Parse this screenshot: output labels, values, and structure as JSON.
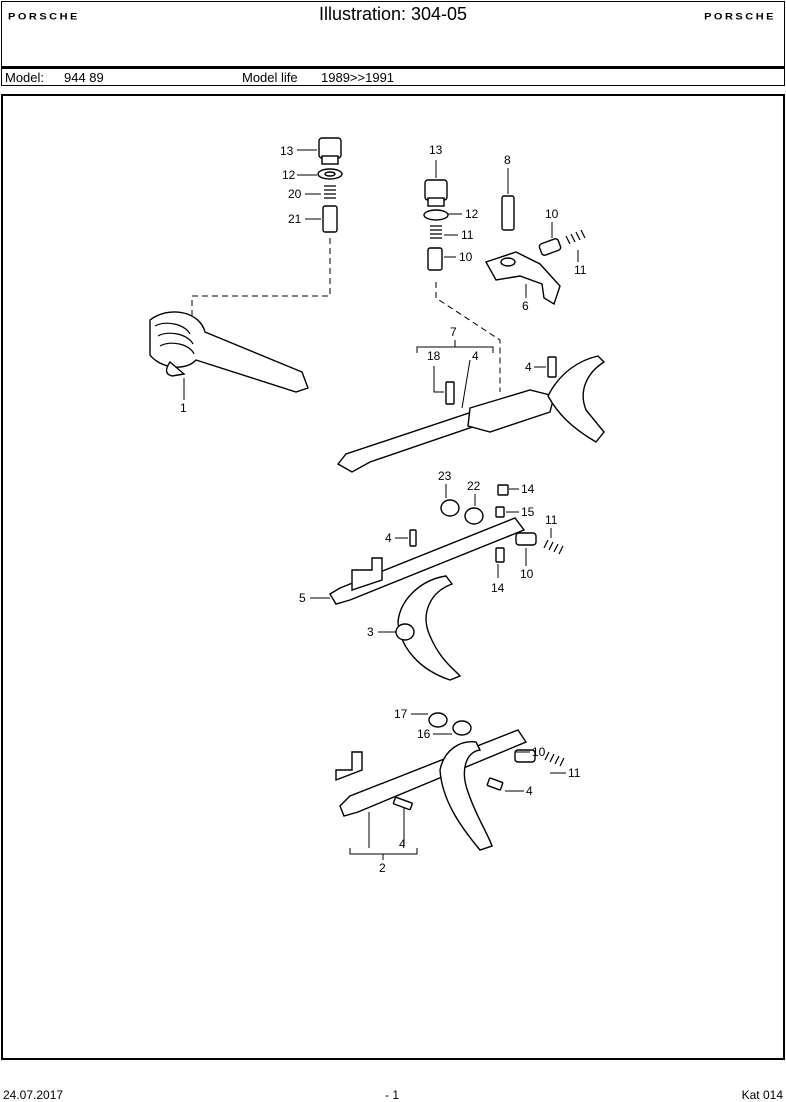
{
  "header": {
    "brand_left": "PORSCHE",
    "brand_right": "PORSCHE",
    "title": "Illustration: 304-05"
  },
  "model_bar": {
    "model_label": "Model:",
    "model_value": "944 89",
    "life_label": "Model life",
    "life_value": "1989>>1991"
  },
  "callouts": {
    "c1": "1",
    "c2": "2",
    "c3": "3",
    "c4a": "4",
    "c4b": "4",
    "c4c": "4",
    "c4d": "4",
    "c5": "5",
    "c6": "6",
    "c7": "7",
    "c8": "8",
    "c10a": "10",
    "c10b": "10",
    "c10c": "10",
    "c10d": "10",
    "c11a": "11",
    "c11b": "11",
    "c11c": "11",
    "c11d": "11",
    "c12a": "12",
    "c12b": "12",
    "c13a": "13",
    "c13b": "13",
    "c14a": "14",
    "c14b": "14",
    "c15": "15",
    "c16": "16",
    "c17": "17",
    "c18": "18",
    "c20": "20",
    "c21": "21",
    "c22": "22",
    "c23": "23"
  },
  "footer": {
    "date": "24.07.2017",
    "page": "- 1",
    "catalog": "Kat 014"
  }
}
